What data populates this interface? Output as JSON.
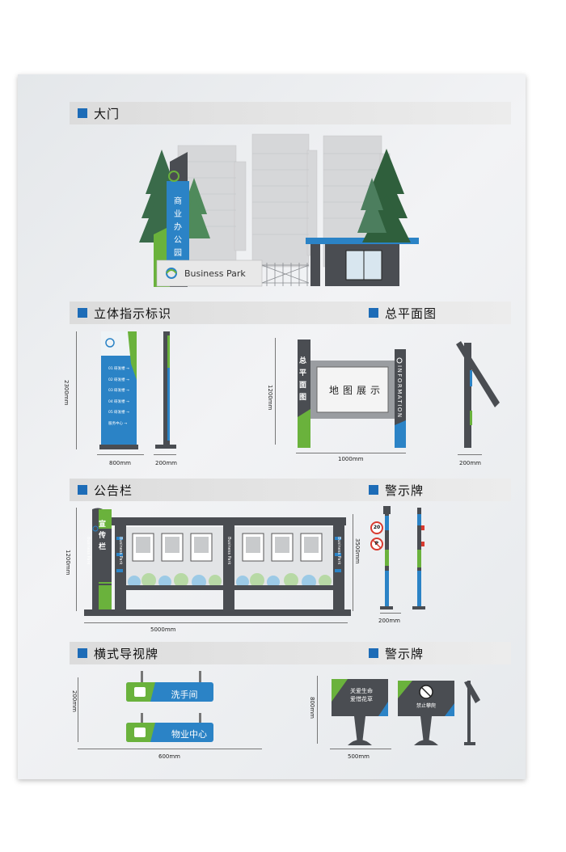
{
  "sections": {
    "gate": {
      "title": "大门"
    },
    "pylon": {
      "title": "立体指示标识"
    },
    "site_plan": {
      "title": "总平面图"
    },
    "bulletin": {
      "title": "公告栏"
    },
    "warning_top": {
      "title": "警示牌"
    },
    "horizontal_guide": {
      "title": "横式导视牌"
    },
    "warning_bottom": {
      "title": "警示牌"
    }
  },
  "gate": {
    "tower_text": "商业办公园区",
    "brand_text": "Business Park"
  },
  "pylon": {
    "height_label": "2300mm",
    "width_label": "800mm",
    "side_width_label": "200mm",
    "rows": [
      "01 研发楼 →",
      "02 研发楼 →",
      "03 研发楼 →",
      "04 研发楼 →",
      "05 研发楼 →",
      "服务中心 →"
    ]
  },
  "site_plan": {
    "height_label": "1200mm",
    "width_label": "1000mm",
    "side_width_label": "200mm",
    "left_post_text": "总平面图",
    "board_text": "地图展示",
    "right_post_text": "INFORMATION"
  },
  "bulletin": {
    "height_label": "1200mm",
    "width_label": "5000mm",
    "right_height_label": "3500mm",
    "post_text": "宣传栏",
    "park_text": "Business Park"
  },
  "warning_top": {
    "width_label": "200mm",
    "speed_limit": "20",
    "no_parking": "P"
  },
  "horizontal_guide": {
    "height_label": "200mm",
    "width_label": "600mm",
    "sign1": "洗手间",
    "sign2": "物业中心"
  },
  "warning_bottom": {
    "height_label": "800mm",
    "width_label": "500mm",
    "sign1_line1": "关爱生命",
    "sign1_line2": "爱惜花草",
    "sign2_text": "禁止攀爬"
  },
  "colors": {
    "accent_blue": "#1d6cb7",
    "sign_blue": "#2b83c6",
    "sign_green": "#6ab23c",
    "post_gray": "#4a4d52",
    "section_square": "#1d6cb7"
  }
}
